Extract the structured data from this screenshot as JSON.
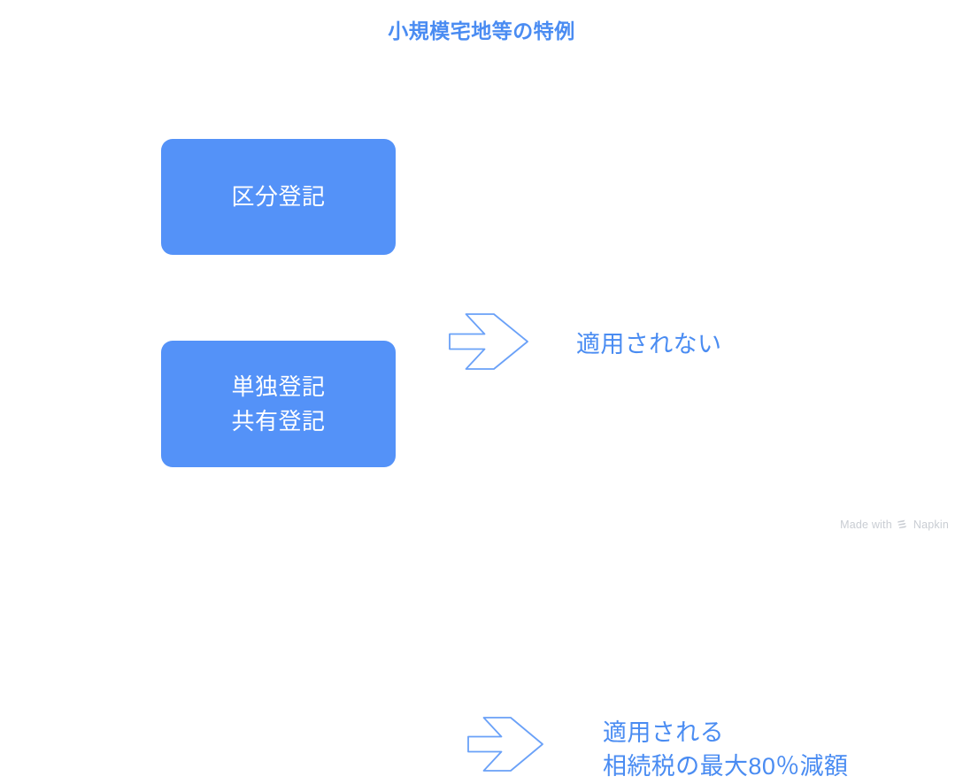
{
  "page": {
    "title": "小規模宅地等の特例",
    "background_color": "#ffffff",
    "accent_color": "#4a8cf2",
    "box_color": "#5492f8",
    "box_text_color": "#ffffff"
  },
  "rows": [
    {
      "box_label": "区分登記",
      "arrow_icon": "arrow-right-outline-icon",
      "description": "適用されない"
    },
    {
      "box_label": "単独登記\n共有登記",
      "arrow_icon": "arrow-right-outline-icon",
      "description": "適用される\n相続税の最大80％減額"
    }
  ],
  "watermark": {
    "prefix": "Made with",
    "brand": "Napkin",
    "logo_icon": "napkin-logo-icon",
    "color": "#c9cdd3"
  }
}
